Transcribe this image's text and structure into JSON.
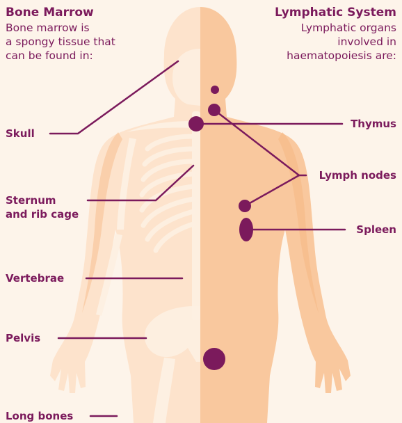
{
  "bone_marrow": {
    "title": "Bone Marrow",
    "description": "Bone marrow is\na spongy tissue that\ncan be found in:"
  },
  "lymphatic_system": {
    "title": "Lymphatic System",
    "description": "Lymphatic organs\ninvolved in\nhaematopoiesis are:"
  },
  "bone_marrow_locations": [
    "Skull",
    "Sternum\nand rib cage",
    "Vertebrae",
    "Pelvis",
    "Long bones"
  ],
  "lymphatic_organs": [
    "Thymus",
    "Lymph nodes",
    "Spleen"
  ],
  "colors": {
    "background": "#fdf4ea",
    "skin_light": "#fde3cc",
    "skin_mid": "#fbd0a9",
    "skin_dark": "#f7bb89",
    "accent": "#7b1a5c"
  }
}
